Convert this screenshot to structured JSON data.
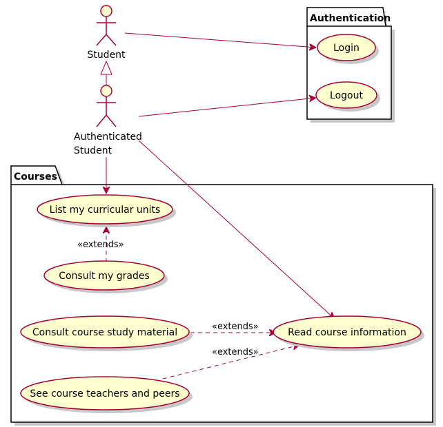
{
  "packages": {
    "authentication": {
      "title": "Authentication"
    },
    "courses": {
      "title": "Courses"
    }
  },
  "actors": {
    "student": {
      "label": "Student"
    },
    "authenticated_student": {
      "label_line1": "Authenticated",
      "label_line2": "Student"
    }
  },
  "use_cases": {
    "login": "Login",
    "logout": "Logout",
    "list_units": "List my curricular units",
    "consult_grades": "Consult my grades",
    "consult_material": "Consult course study material",
    "read_info": "Read course information",
    "see_teachers": "See course teachers and peers"
  },
  "relations": {
    "grades_extends": "«extends»",
    "material_extends": "«extends»",
    "teachers_extends": "«extends»"
  },
  "colors": {
    "usecase_fill": "#FEFECE",
    "border": "#A80036",
    "package_border": "#000000"
  }
}
